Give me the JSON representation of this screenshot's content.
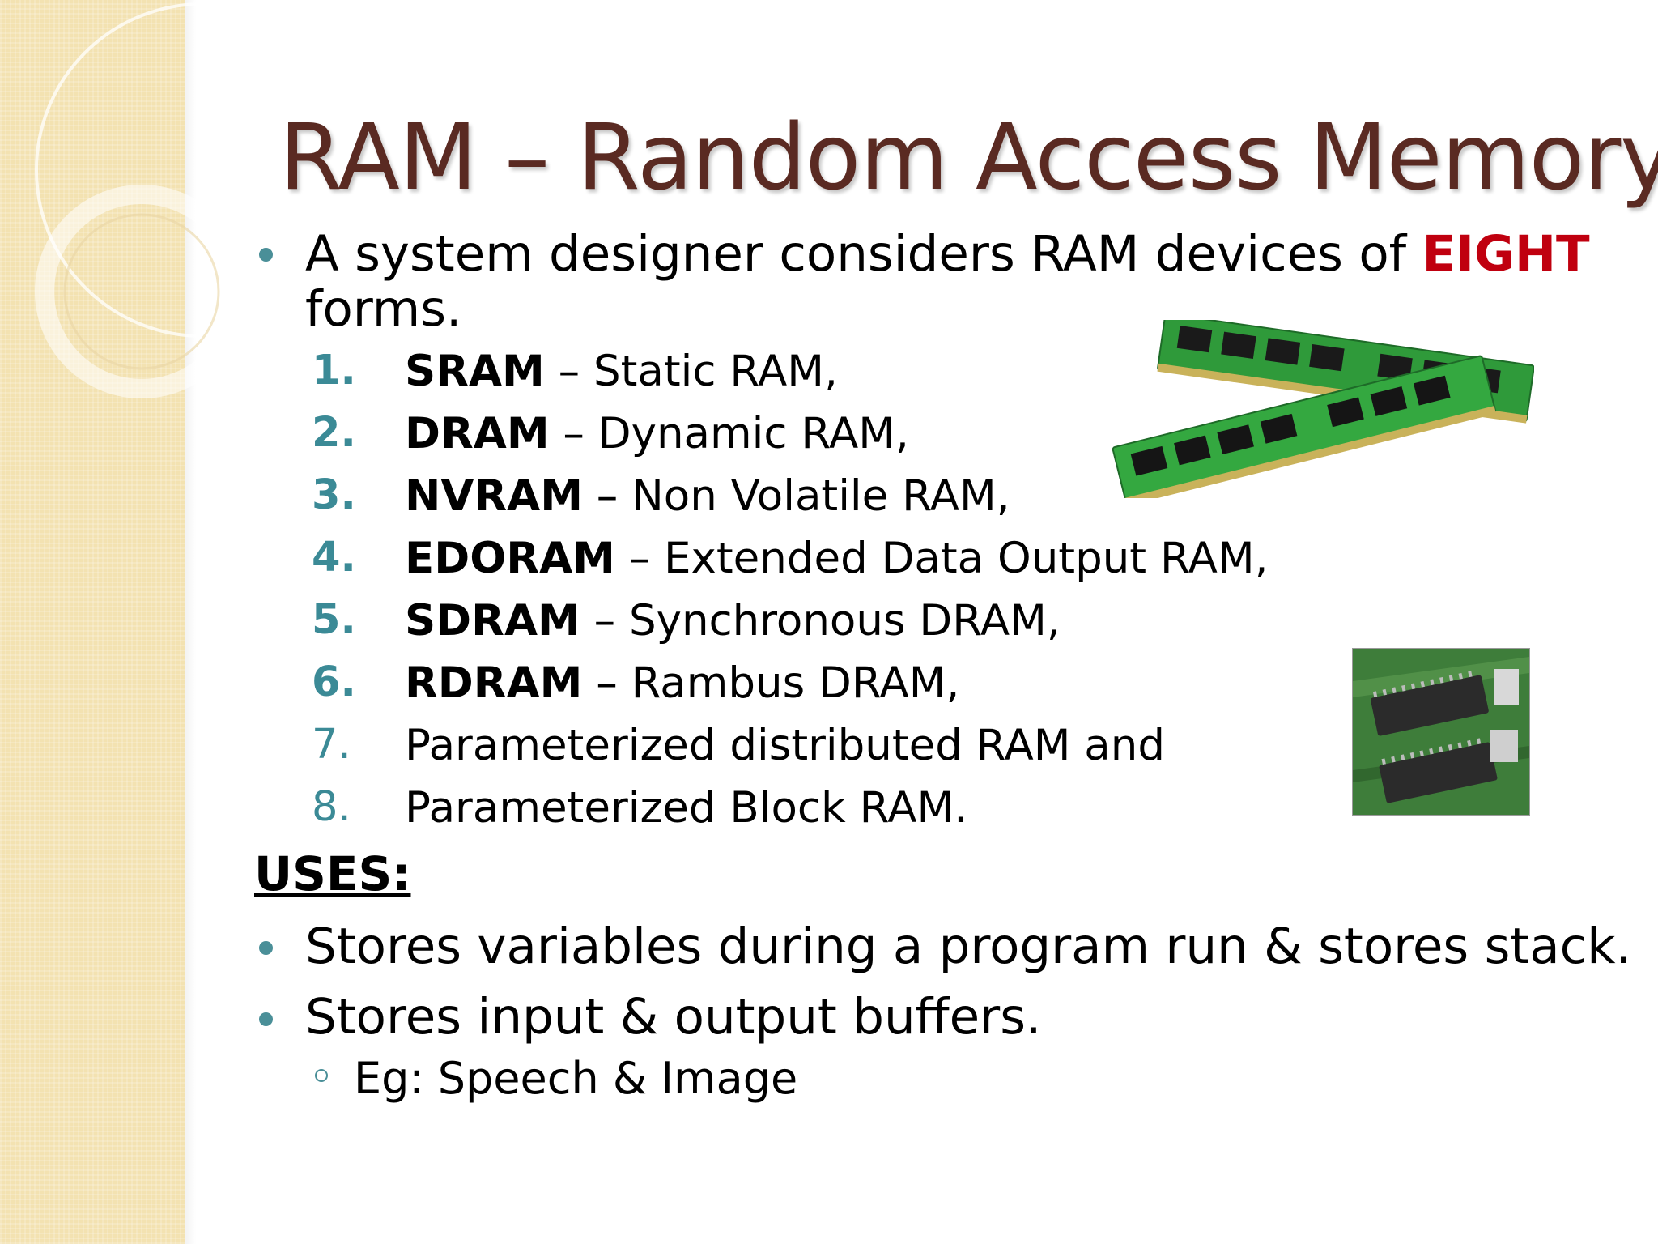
{
  "slide": {
    "title": "RAM – Random Access Memory",
    "intro": {
      "text_before": "A system designer considers RAM devices of ",
      "highlight": "EIGHT",
      "text_after": "forms."
    },
    "list": [
      {
        "num": "1.",
        "term": "SRAM",
        "desc": " – Static RAM,"
      },
      {
        "num": "2.",
        "term": "DRAM",
        "desc": " – Dynamic RAM,"
      },
      {
        "num": "3.",
        "term": "NVRAM",
        "desc": " – Non Volatile RAM,"
      },
      {
        "num": "4.",
        "term": "EDORAM",
        "desc": " – Extended Data Output RAM,"
      },
      {
        "num": "5.",
        "term": "SDRAM",
        "desc": " – Synchronous DRAM,"
      },
      {
        "num": "6.",
        "term": "RDRAM",
        "desc": " – Rambus DRAM,"
      },
      {
        "num": "7.",
        "term": "",
        "desc": "Parameterized distributed RAM and"
      },
      {
        "num": "8.",
        "term": "",
        "desc": "Parameterized Block RAM."
      }
    ],
    "uses_heading": "USES:",
    "uses": [
      "Stores variables during a program run & stores stack.",
      "Stores input & output buffers."
    ],
    "sub_use": "Eg: Speech & Image"
  },
  "colors": {
    "title": "#5a2a22",
    "highlight": "#c0000f",
    "bullet": "#4a8f98",
    "side_band": "#f3e2b1"
  },
  "images": [
    "ram-modules-photo",
    "memory-chip-photo"
  ]
}
